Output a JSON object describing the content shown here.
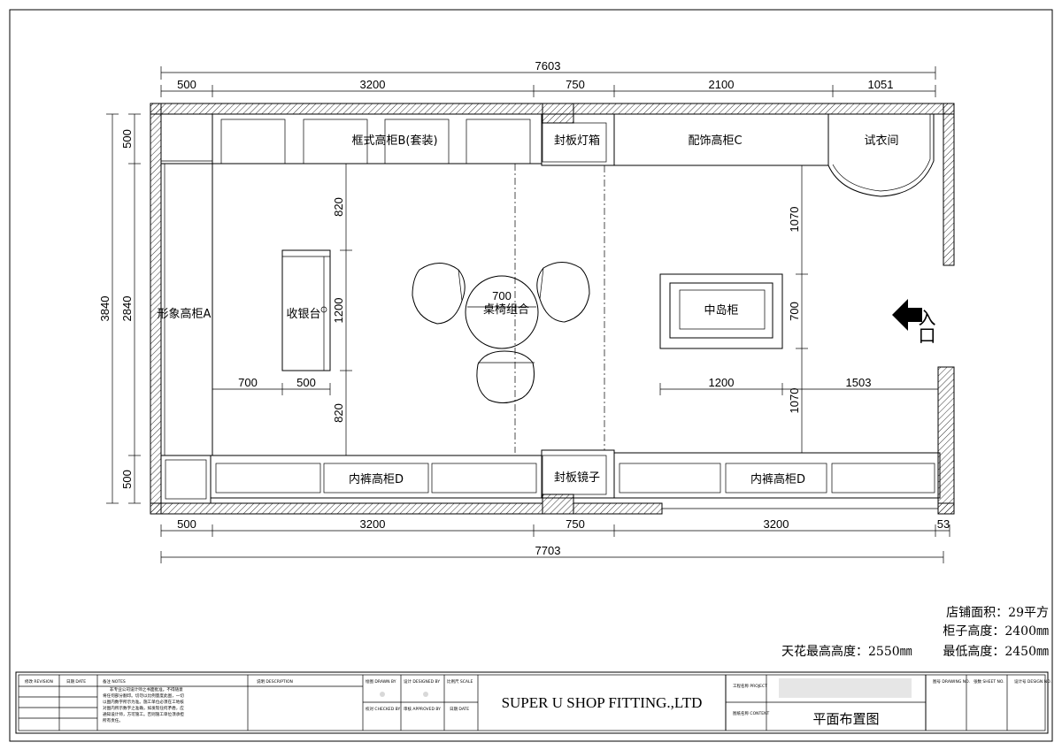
{
  "plan": {
    "top_overall": "7603",
    "top_segments": [
      "500",
      "3200",
      "750",
      "2100",
      "1051"
    ],
    "bottom_segments": [
      "500",
      "3200",
      "750",
      "3200",
      "53"
    ],
    "bottom_overall": "7703",
    "left_outer": "3840",
    "left_inner": "2840",
    "left_top": "500",
    "left_bottom": "500",
    "interior": {
      "v820_top": "820",
      "v1200": "1200",
      "v820_bottom": "820",
      "h700": "700",
      "h500": "500",
      "table_700": "700",
      "v1070_top": "1070",
      "v700": "700",
      "v1070_bottom": "1070",
      "h1200": "1200",
      "h1503": "1503"
    },
    "labels": {
      "cabinet_b": "框式高柜B(套装)",
      "lightbox": "封板灯箱",
      "cabinet_c": "配饰高柜C",
      "fitting_room": "试衣间",
      "cabinet_a": "形象高柜A",
      "cashier": "收银台",
      "table_set": "桌椅组合",
      "island": "中岛柜",
      "entrance": "入口",
      "cabinet_d_left": "内裤高柜D",
      "mirror": "封板镜子",
      "cabinet_d_right": "内裤高柜D"
    }
  },
  "specs": {
    "area": "店铺面积：29平方",
    "cabinet_height": "柜子高度：2400㎜",
    "ceiling_max": "天花最高高度：2550㎜",
    "ceiling_min": "最低高度：2450㎜"
  },
  "title_block": {
    "revision": "修改 REVISION",
    "date": "日期 DATE",
    "notes": "备注 NOTES",
    "notes_lines": [
      "非专业公司设计师之书面批准。不得随意",
      "将任何部分翻印。切勿以比例量度此图，一切",
      "以图内数字所示为准。施工单位必须在工地核",
      "对图内所示数字之准确，如发现任何矛盾，应",
      "通知设计师，方可施工。否则施工单位须承担",
      "所有责任。"
    ],
    "description": "说明 DESCRIPTION",
    "drawn_by": "绘图 DRAWN BY",
    "designed_by": "设计 DESIGNED BY",
    "scale": "比例尺 SCALE",
    "checked_by": "校对 CHECKED BY",
    "approved_by": "审核 APPROVED BY",
    "date2": "日期 DATE",
    "company": "SUPER U SHOP FITTING.,LTD",
    "project": "工程名称 PROJECT",
    "content": "图纸名称 CONTENT",
    "drawing_title": "平面布置图",
    "drawing_no": "图号 DRAWING NO.",
    "sheet_no": "张数 SHEET NO.",
    "design_no": "设计号 DESIGN NO."
  }
}
